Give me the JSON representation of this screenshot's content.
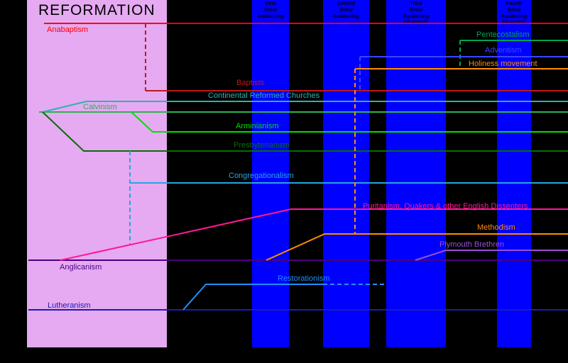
{
  "title": "REFORMATION",
  "colors": {
    "background": "#000000",
    "reformation_band": "#e5aaf2",
    "awakening_band": "#0000ff",
    "band_label": "#000000",
    "title_color": "#000000",
    "anabaptism": "#ff0000",
    "baptists": "#c01818",
    "pentecostalism": "#00a550",
    "adventism": "#3a46ff",
    "holiness": "#ff8c00",
    "continental_reformed": "#2ab5ad",
    "calvinism": "#2db34d",
    "arminianism": "#00e000",
    "presbyterianism": "#066e06",
    "congregationalism": "#22a7e0",
    "puritanism": "#ff1698",
    "methodism": "#ff8c00",
    "plymouth_brethren": "#9b4fd8",
    "anglicanism": "#4b0082",
    "restorationism": "#1e90ff",
    "lutheranism": "#1c1cb0"
  },
  "bands": {
    "reformation": {
      "label": "REFORMATION"
    },
    "awakenings": [
      {
        "label": "First\nGreat\nAwakening"
      },
      {
        "label": "Second\nGreat\nAwakening"
      },
      {
        "label": "Third\nGreat\nAwakening\n(disputed)"
      },
      {
        "label": "Fourth\nGreat\nAwakening\n(disputed)"
      }
    ]
  },
  "branches": {
    "anabaptism": {
      "label": "Anabaptism"
    },
    "baptists": {
      "label": "Baptists"
    },
    "pentecostalism": {
      "label": "Pentecostalism"
    },
    "adventism": {
      "label": "Adventism"
    },
    "holiness": {
      "label": "Holiness movement"
    },
    "continental_reformed": {
      "label": "Continental Reformed Churches"
    },
    "calvinism": {
      "label": "Calvinism"
    },
    "arminianism": {
      "label": "Arminianism"
    },
    "presbyterianism": {
      "label": "Presbyterianism"
    },
    "congregationalism": {
      "label": "Congregationalism"
    },
    "puritanism": {
      "label": "Puritanism, Quakers & other English Dissenters"
    },
    "methodism": {
      "label": "Methodism"
    },
    "plymouth_brethren": {
      "label": "Plymouth Brethren"
    },
    "anglicanism": {
      "label": "Anglicanism"
    },
    "restorationism": {
      "label": "Restorationism"
    },
    "lutheranism": {
      "label": "Lutheranism"
    }
  }
}
